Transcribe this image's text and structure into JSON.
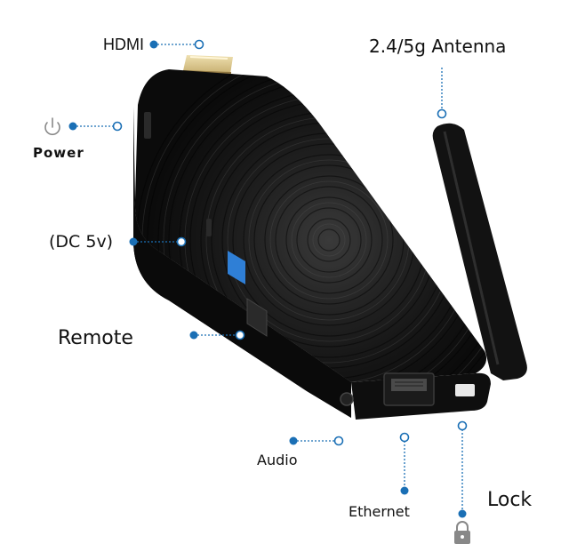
{
  "labels": {
    "hdmi": "HDMI",
    "antenna": "2.4/5g Antenna",
    "power": "Power",
    "dc": "(DC 5v)",
    "remote": "Remote",
    "audio": "Audio",
    "ethernet": "Ethernet",
    "lock": "Lock"
  },
  "colors": {
    "accent": "#1a6fb5",
    "device_body": "#141414",
    "usb_port": "#2f7fd6"
  },
  "icons": {
    "power": "power-icon",
    "lock": "padlock-icon"
  }
}
